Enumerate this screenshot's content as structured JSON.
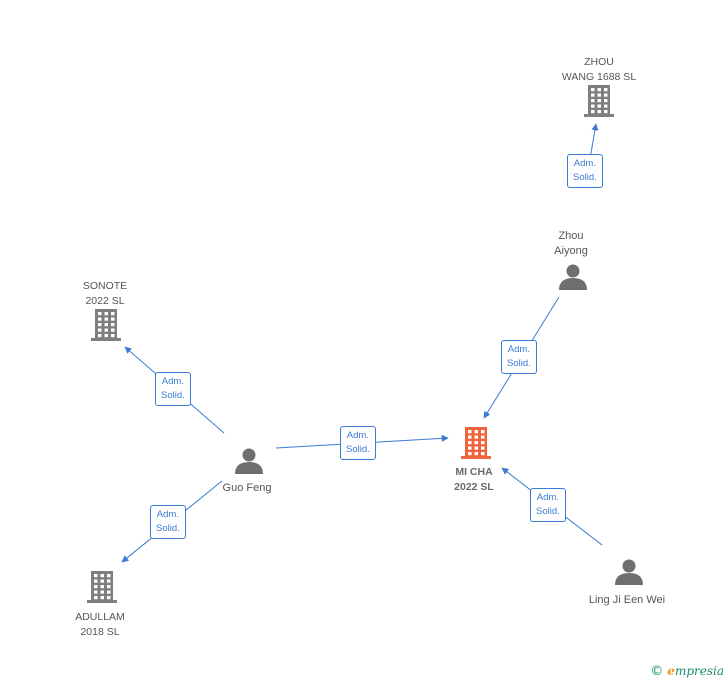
{
  "colors": {
    "edge": "#3a7bd5",
    "company": "#7f7f7f",
    "focus_company": "#f0643c",
    "person": "#6f6f6f"
  },
  "icons": {
    "company": "building-icon",
    "person": "person-icon"
  },
  "nodes": {
    "zhou_wang": {
      "type": "company",
      "line1": "ZHOU",
      "line2": "WANG 1688  SL"
    },
    "zhou_aiyong": {
      "type": "person",
      "line1": "Zhou",
      "line2": "Aiyong"
    },
    "sonote": {
      "type": "company",
      "line1": "SONOTE",
      "line2": "2022  SL"
    },
    "guo_feng": {
      "type": "person",
      "line1": "Guo Feng"
    },
    "mi_cha": {
      "type": "company",
      "focus": true,
      "line1": "MI CHA",
      "line2": "2022  SL"
    },
    "adullam": {
      "type": "company",
      "line1": "ADULLAM",
      "line2": "2018  SL"
    },
    "ling_ji": {
      "type": "person",
      "line1": "Ling Ji Een Wei"
    }
  },
  "relations": [
    {
      "from": "zhou_aiyong",
      "to": "zhou_wang",
      "line1": "Adm.",
      "line2": "Solid."
    },
    {
      "from": "zhou_aiyong",
      "to": "mi_cha",
      "line1": "Adm.",
      "line2": "Solid."
    },
    {
      "from": "guo_feng",
      "to": "sonote",
      "line1": "Adm.",
      "line2": "Solid."
    },
    {
      "from": "guo_feng",
      "to": "mi_cha",
      "line1": "Adm.",
      "line2": "Solid."
    },
    {
      "from": "guo_feng",
      "to": "adullam",
      "line1": "Adm.",
      "line2": "Solid."
    },
    {
      "from": "ling_ji",
      "to": "mi_cha",
      "line1": "Adm.",
      "line2": "Solid."
    }
  ],
  "credit": {
    "copyright": "©",
    "e": "e",
    "brand": "mpresia"
  }
}
